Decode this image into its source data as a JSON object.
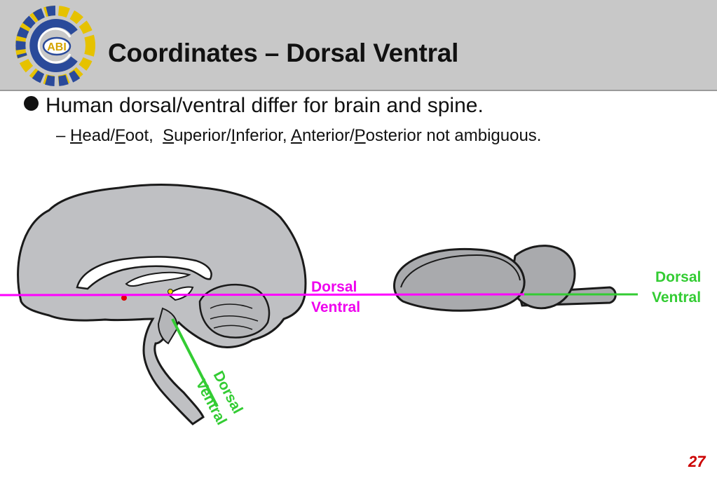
{
  "slide": {
    "title": "Coordinates – Dorsal Ventral",
    "logo_text": "ABI",
    "bullet_main": "Human dorsal/ventral differ for brain and spine.",
    "sub_bullet": {
      "dash": "–",
      "parts": [
        {
          "u": "H",
          "t": "ead/"
        },
        {
          "u": "F",
          "t": "oot,  "
        },
        {
          "u": "S",
          "t": "uperior/"
        },
        {
          "u": "I",
          "t": "nferior, "
        },
        {
          "u": "A",
          "t": "nterior/"
        },
        {
          "u": "P",
          "t": "osterior not ambiguous."
        }
      ]
    },
    "labels": {
      "human_dorsal": "Dorsal",
      "human_ventral": "Ventral",
      "rodent_dorsal": "Dorsal",
      "rodent_ventral": "Ventral",
      "spine_dorsal": "Dorsal",
      "spine_ventral": "Ventral"
    },
    "colors": {
      "brain_axis": "#ff00ff",
      "spine_axis": "#33cc33",
      "slide_number": "#cc0000",
      "logo_blue": "#2a4a9a",
      "logo_yellow": "#e6c200"
    },
    "slide_number": "27"
  }
}
